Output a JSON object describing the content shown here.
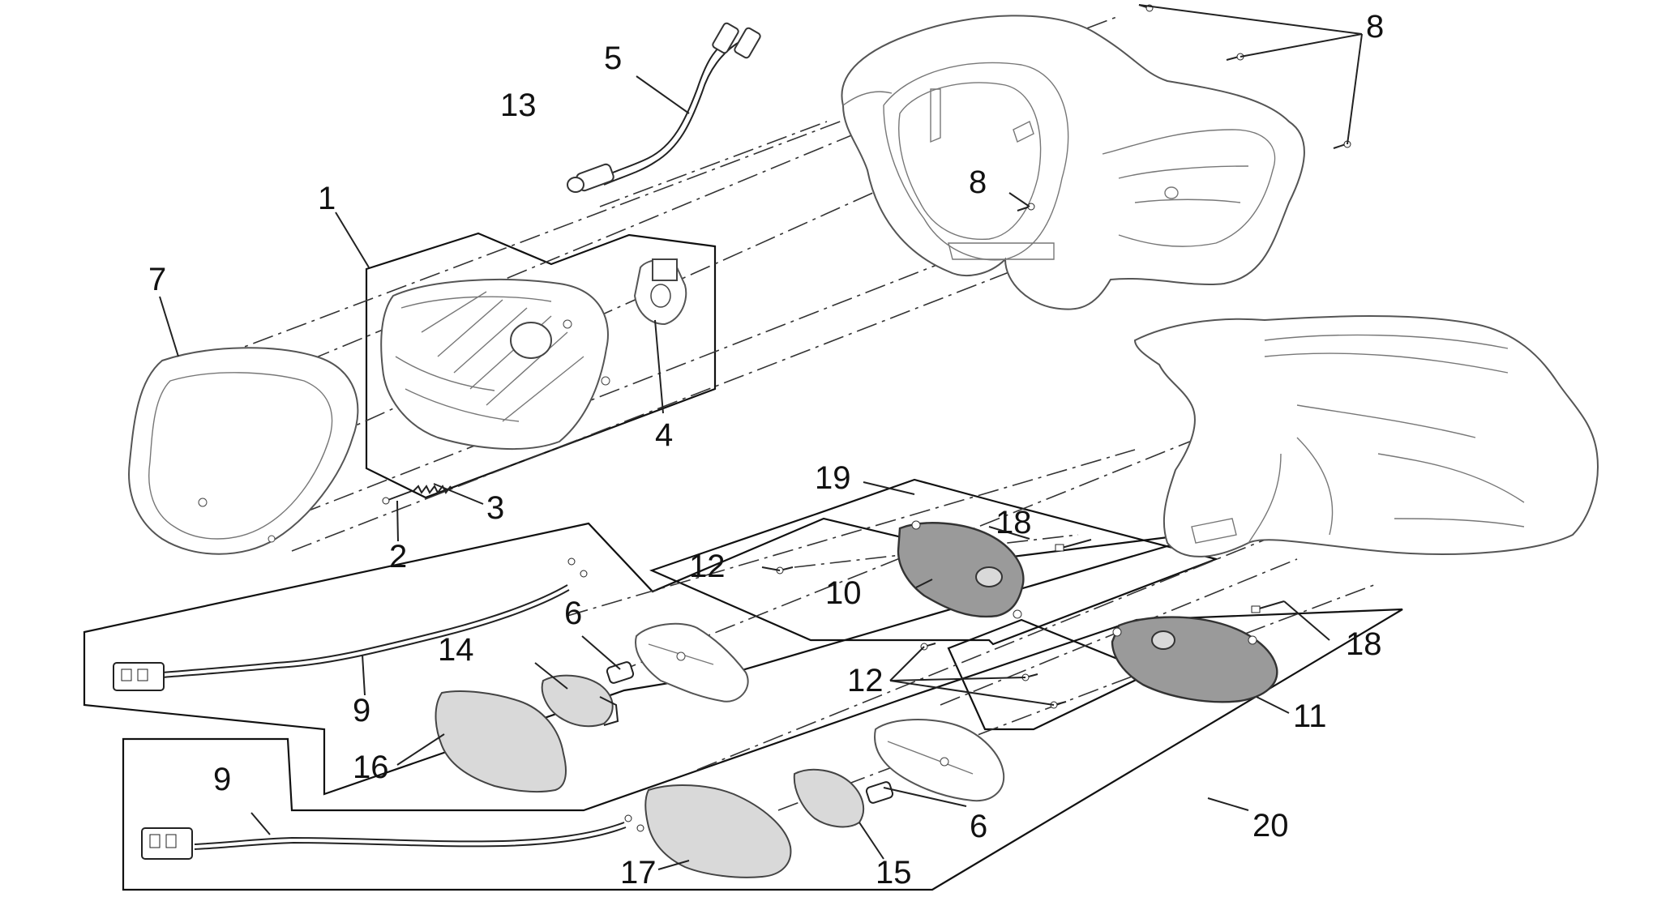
{
  "diagram": {
    "callouts": {
      "c1": "1",
      "c2": "2",
      "c3": "3",
      "c4": "4",
      "c5": "5",
      "c6a": "6",
      "c6b": "6",
      "c7": "7",
      "c8a": "8",
      "c8b": "8",
      "c9a": "9",
      "c9b": "9",
      "c10": "10",
      "c11": "11",
      "c12a": "12",
      "c12b": "12",
      "c13": "13",
      "c14": "14",
      "c15": "15",
      "c16": "16",
      "c17": "17",
      "c18a": "18",
      "c18b": "18",
      "c19": "19",
      "c20": "20"
    },
    "colors": {
      "line": "#222222",
      "part_fill_dark": "#9a9a9a",
      "part_fill_light": "#d9d9d9",
      "background": "#ffffff"
    }
  }
}
